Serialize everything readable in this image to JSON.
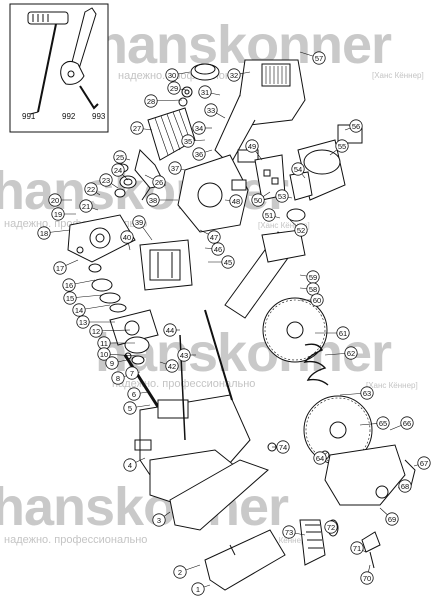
{
  "watermark": {
    "brand": "hanskonner",
    "tagline": "надежно. профессионально",
    "tagline_short": "надежно. профессионально",
    "alt": "[Ханс Кённер]"
  },
  "inset_labels": [
    "991",
    "992",
    "993"
  ],
  "callouts": [
    "57",
    "30",
    "32",
    "29",
    "28",
    "31",
    "33",
    "34",
    "27",
    "35",
    "36",
    "26",
    "37",
    "25",
    "24",
    "49",
    "50",
    "23",
    "48",
    "56",
    "55",
    "22",
    "21",
    "20",
    "19",
    "54",
    "53",
    "52",
    "51",
    "18",
    "38",
    "39",
    "40",
    "47",
    "46",
    "17",
    "45",
    "16",
    "15",
    "14",
    "59",
    "58",
    "60",
    "13",
    "12",
    "44",
    "11",
    "10",
    "9",
    "43",
    "42",
    "8",
    "7",
    "6",
    "5",
    "61",
    "62",
    "63",
    "64",
    "65",
    "66",
    "67",
    "68",
    "69",
    "4",
    "3",
    "74",
    "73",
    "72",
    "71",
    "70",
    "2",
    "1"
  ]
}
